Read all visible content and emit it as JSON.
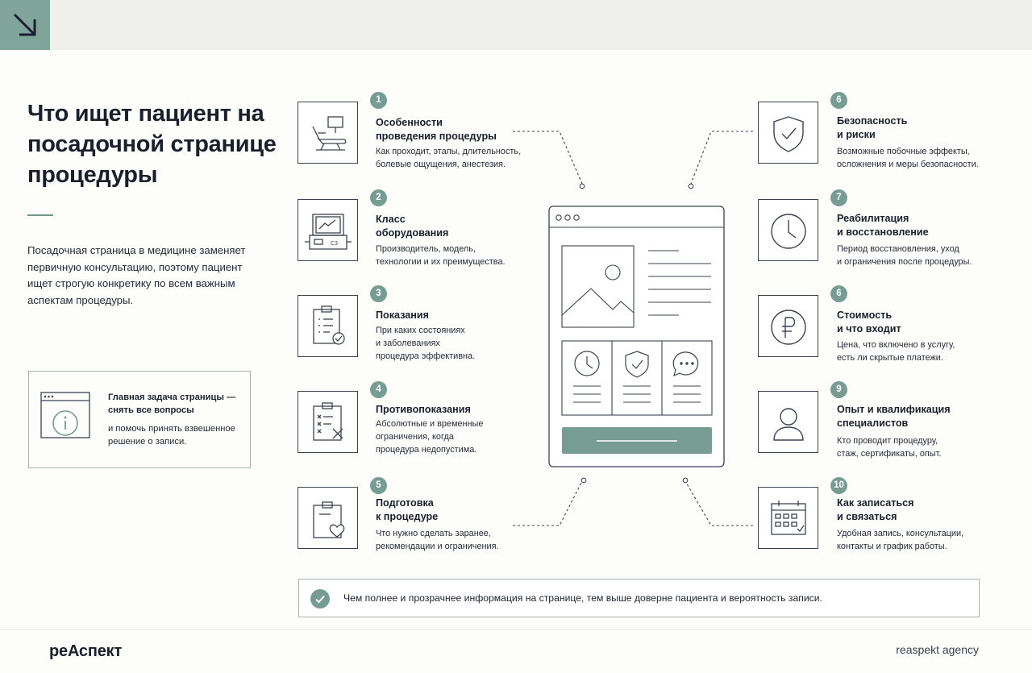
{
  "header": {
    "corner_icon": "arrow-down-right-icon"
  },
  "title": "Что ищет пациент\nна посадочной\nстранице процедуры",
  "intro": "Посадочная страница в медицине заменяет\nпервичную консультацию, поэтому пациент\nищет строгую конкретику по всем важным\nаспектам процедуры.",
  "task": {
    "icon": "browser-info-icon",
    "bold": "Главная задача страницы —\nснять все вопросы",
    "text": "и помочь принять взвешенное\nрешение о записи."
  },
  "items_left": [
    {
      "num": "1",
      "icon": "procedure-chair-icon",
      "title": "Особенности\nпроведения процедуры",
      "desc": "Как проходит, этапы, длительность,\nболевые ощущения, анестезия."
    },
    {
      "num": "2",
      "icon": "equipment-monitor-icon",
      "title": "Класс\nоборудования",
      "desc": "Производитель, модель,\nтехнологии и их преимущества."
    },
    {
      "num": "3",
      "icon": "clipboard-check-icon",
      "title": "Показания",
      "desc": "При каких состояниях\nи заболеваниях\nпроцедура эффективна."
    },
    {
      "num": "4",
      "icon": "clipboard-cross-icon",
      "title": "Противопоказания",
      "desc": "Абсолютные и временные\nограничения, когда\nпроцедура недопустима."
    },
    {
      "num": "5",
      "icon": "clipboard-heart-icon",
      "title": "Подготовка\nк процедуре",
      "desc": "Что нужно сделать заранее,\nрекомендации и ограничения."
    }
  ],
  "items_right": [
    {
      "num": "6",
      "icon": "shield-check-icon",
      "title": "Безопасность\nи риски",
      "desc": "Возможные побочные эффекты,\nосложнения и меры безопасности."
    },
    {
      "num": "7",
      "icon": "clock-icon",
      "title": "Реабилитация\nи восстановление",
      "desc": "Период восстановления, уход\nи ограничения после процедуры."
    },
    {
      "num": "6",
      "icon": "ruble-icon",
      "title": "Стоимость\nи что входит",
      "desc": "Цена, что включено в услугу,\nесть ли скрытые платежи."
    },
    {
      "num": "9",
      "icon": "user-icon",
      "title": "Опыт и квалификация\nспециалистов",
      "desc": "Кто проводит процедуру,\nстаж, сертификаты, опыт."
    },
    {
      "num": "10",
      "icon": "calendar-icon",
      "title": "Как записаться\nи связаться",
      "desc": "Удобная запись, консультации,\nконтакты и график работы."
    }
  ],
  "mockup": {
    "icons": [
      "image-placeholder-icon",
      "clock-icon",
      "shield-check-icon",
      "chat-bubble-icon"
    ]
  },
  "bottom": {
    "icon": "check-circle-icon",
    "text": "Чем полнее и прозрачнее информация на странице, тем выше доверне пациента и вероятность записи."
  },
  "footer": {
    "logo": "реАспект",
    "agency": "reaspekt agency"
  },
  "colors": {
    "accent": "#779d93",
    "corner": "#7fa49a",
    "ink": "#1b1f2c",
    "line": "#3d4350"
  }
}
